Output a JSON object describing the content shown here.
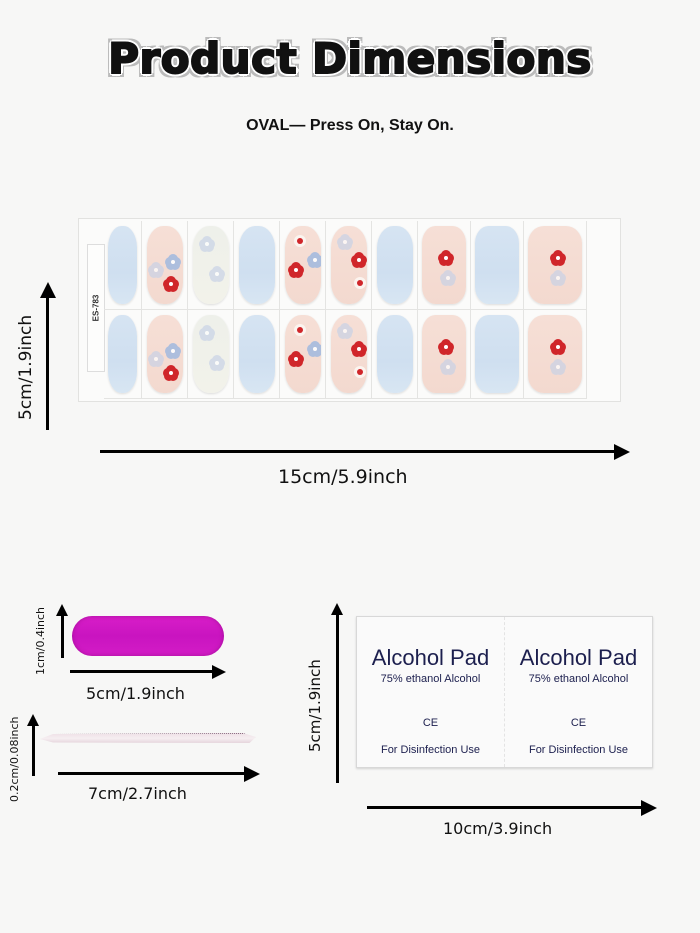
{
  "header": {
    "title": "Product Dimensions",
    "subtitle": "OVAL— Press On, Stay On."
  },
  "nail_sheet": {
    "code": "ES-783",
    "height_label": "5cm/1.9inch",
    "width_label": "15cm/5.9inch",
    "rows": 2,
    "columns": 10,
    "nail_styles": [
      "blue",
      "pink-flowers",
      "cream-flowers",
      "blue",
      "pink-flowers",
      "pink-flowers",
      "blue",
      "pink-flower",
      "blue",
      "pink-flower"
    ],
    "colors": {
      "blue": "#d3e2f1",
      "pink": "#f4dbd1",
      "cream": "#eff0e9",
      "flower_red": "#d0262a",
      "flower_blue": "#a6bbdf"
    }
  },
  "nail_file": {
    "height_label": "1cm/0.4inch",
    "width_label": "5cm/1.9inch",
    "color": "#d01ac4"
  },
  "cuticle_stick": {
    "height_label": "0.2cm/0.08inch",
    "width_label": "7cm/2.7inch"
  },
  "alcohol_pads": {
    "height_label": "5cm/1.9inch",
    "width_label": "10cm/3.9inch",
    "pads": [
      {
        "title": "Alcohol Pad",
        "subtitle": "75% ethanol Alcohol",
        "mark": "CE",
        "usage": "For Disinfection Use"
      },
      {
        "title": "Alcohol Pad",
        "subtitle": "75% ethanol Alcohol",
        "mark": "CE",
        "usage": "For Disinfection Use"
      }
    ],
    "text_color": "#1c1f4e"
  }
}
